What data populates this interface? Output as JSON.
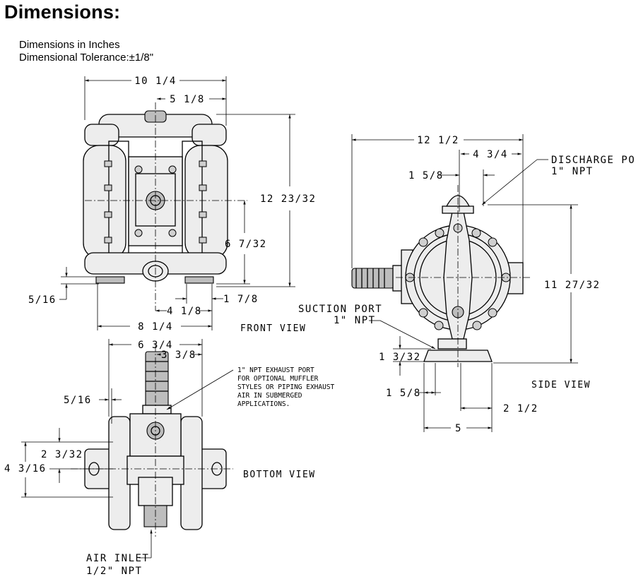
{
  "title": "Dimensions:",
  "subtitle_units": "Dimensions in Inches",
  "subtitle_tolerance": "Dimensional Tolerance:±1/8\"",
  "views": {
    "front": "FRONT VIEW",
    "side": "SIDE VIEW",
    "bottom": "BOTTOM VIEW"
  },
  "front_dims": {
    "overall_width": "10 1/4",
    "half_width": "5 1/8",
    "overall_height": "12 23/32",
    "inlet_height": "6 7/32",
    "foot_thickness": "5/16",
    "foot_offset": "1 7/8",
    "foot_center": "4 1/8",
    "foot_span": "8 1/4"
  },
  "side_dims": {
    "overall_width": "12 1/2",
    "discharge_offset": "4 3/4",
    "discharge_center": "1 5/8",
    "overall_height": "11 27/32",
    "base_height": "1 3/32",
    "base_offset": "1 5/8",
    "base_half": "2 1/2",
    "base_width": "5"
  },
  "bottom_dims": {
    "overall_width": "6 3/4",
    "half_width": "3 3/8",
    "wall": "5/16",
    "half_depth": "2 3/32",
    "depth": "4 3/16"
  },
  "callouts": {
    "discharge_line1": "DISCHARGE PORT",
    "discharge_line2": "1\" NPT",
    "suction_line1": "SUCTION PORT",
    "suction_line2": "1\" NPT",
    "exhaust_lines": [
      "1\" NPT EXHAUST PORT",
      "FOR OPTIONAL MUFFLER",
      "STYLES OR PIPING EXHAUST",
      "AIR IN SUBMERGED",
      "APPLICATIONS."
    ],
    "air_line1": "AIR INLET",
    "air_line2": "1/2\" NPT"
  }
}
